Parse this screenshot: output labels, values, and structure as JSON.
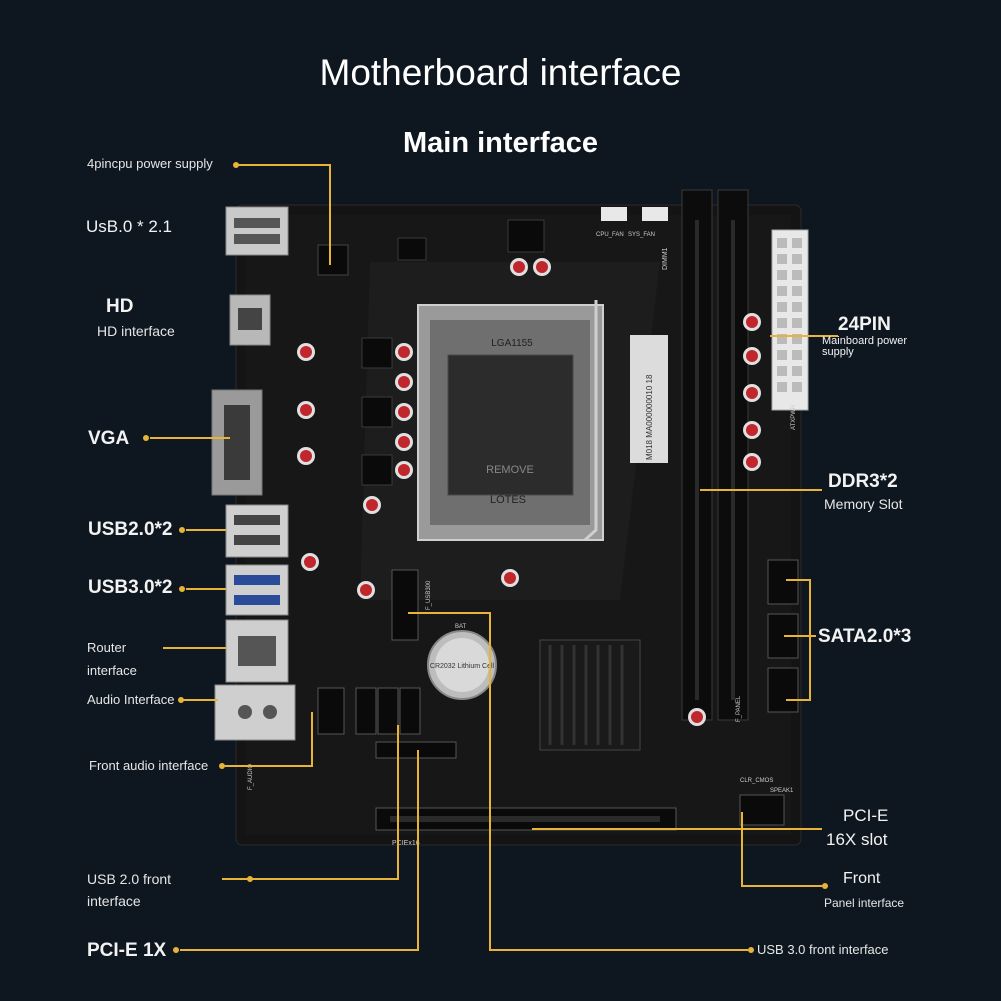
{
  "title": "Motherboard interface",
  "subtitle": "Main interface",
  "accent_color": "#e7b437",
  "board": {
    "dimm_label": "DIMM1",
    "socket_text_top": "LGA1155",
    "socket_text_remove": "REMOVE",
    "socket_text_brand": "LOTES",
    "serial_sticker": "M018 MA000000010 18",
    "battery_text": "CR2032 Lithium Cell",
    "cpu_fan": "CPU_FAN",
    "sys_fan": "SYS_FAN",
    "atxpwr": "ATXPWR",
    "pcie_label": "PCIEx16",
    "f_usb300": "F_USB300",
    "f_panel": "F_PANEL",
    "f_audio": "F_AUDIO",
    "clr_cmos": "CLR_CMOS",
    "speaker": "SPEAK1",
    "bat": "BAT"
  },
  "labels": {
    "cpu_power": "4pincpu power supply",
    "usb_21": "UsB.0 * 2.1",
    "hd_title": "HD",
    "hd_sub": "HD interface",
    "vga": "VGA",
    "usb20": "USB2.0*2",
    "usb30": "USB3.0*2",
    "router_1": "Router",
    "router_2": "interface",
    "audio": "Audio Interface",
    "front_audio": "Front audio interface",
    "usb20_front_1": "USB 2.0 front",
    "usb20_front_2": "interface",
    "pcie1x": "PCI-E 1X",
    "pin24_title": "24PIN",
    "pin24_sub": "Mainboard power supply",
    "ddr3_title": "DDR3*2",
    "ddr3_sub": "Memory Slot",
    "sata": "SATA2.0*3",
    "pcie_title": "PCI-E",
    "pcie_sub": "16X slot",
    "front_panel_1": "Front",
    "front_panel_2": "Panel interface",
    "usb30_front": "USB 3.0 front interface"
  }
}
